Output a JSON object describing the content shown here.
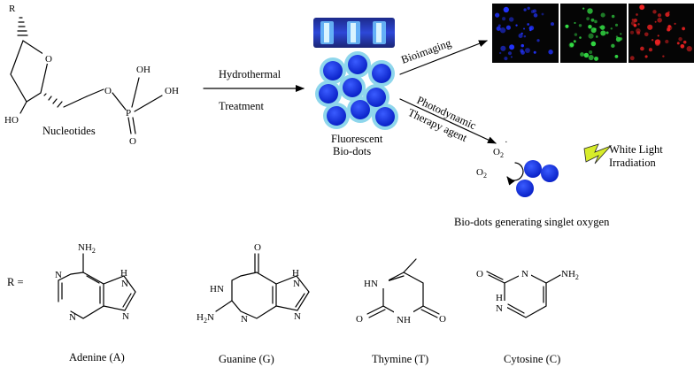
{
  "nucleotide": {
    "r_group": "R",
    "ring_o": "O",
    "link_o": "O",
    "phosphorus": "P",
    "oh_top": "OH",
    "oh_right": "OH",
    "oxo": "O",
    "ho": "HO",
    "label": "Nucleotides"
  },
  "process": {
    "step_top": "Hydrothermal",
    "step_bottom": "Treatment"
  },
  "biodots": {
    "label_line1": "Fluorescent",
    "label_line2": "Bio-dots",
    "dot_color": "#1533e6",
    "halo_color": "#8ed6ec"
  },
  "branches": {
    "bioimaging": "Bioimaging",
    "pdt_line1": "Photodynamic",
    "pdt_line2": "Therapy agent"
  },
  "imaging_panels": [
    {
      "channel": "blue",
      "color": "#2233ff"
    },
    {
      "channel": "green",
      "color": "#33dd44"
    },
    {
      "channel": "red",
      "color": "#ee2222"
    }
  ],
  "singlet": {
    "o2_ground": "O",
    "o2_ground_sub": "2",
    "o2_excited": "O",
    "o2_excited_sub": "2",
    "excited_mark": "·",
    "light_line1": "White Light",
    "light_line2": "Irradiation",
    "caption": "Bio-dots generating singlet oxygen",
    "bolt_color": "#d7ec2a"
  },
  "bases": {
    "r_equals": "R =",
    "adenine": {
      "name": "Adenine (A)",
      "nh2": "NH",
      "nh2_sub": "2",
      "n1": "N",
      "n3": "N",
      "n7": "N",
      "n9h": "H",
      "n9": "N"
    },
    "guanine": {
      "name": "Guanine (G)",
      "o": "O",
      "hn1": "H",
      "n1": "N",
      "n3": "N",
      "n7": "N",
      "n9h": "H",
      "n9": "N",
      "h2n": "H",
      "h2n_sub": "2",
      "h2n_n": "N"
    },
    "thymine": {
      "name": "Thymine (T)",
      "hn1": "HN",
      "o2": "O",
      "nh3": "NH",
      "o4": "O"
    },
    "cytosine": {
      "name": "Cytosine (C)",
      "o": "O",
      "n3": "N",
      "nh2": "NH",
      "nh2_sub": "2",
      "hn1": "H",
      "n1": "N"
    }
  }
}
